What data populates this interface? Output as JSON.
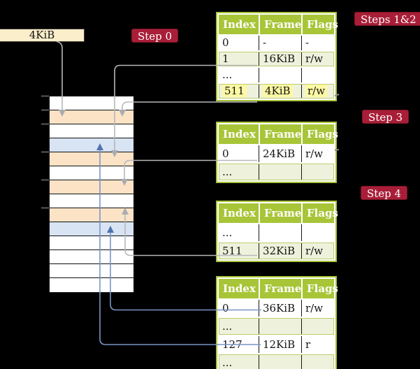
{
  "register": {
    "label": "4KiB"
  },
  "badges": {
    "step0": "Step 0",
    "steps12": "Steps 1&2",
    "step3": "Step 3",
    "step4": "Step 4"
  },
  "table_headers": {
    "index": "Index",
    "frame": "Frame",
    "flags": "Flags"
  },
  "page_tables": [
    {
      "step": "Steps 1&2",
      "rows": [
        {
          "index": "0",
          "frame": "-",
          "flags": "-"
        },
        {
          "index": "1",
          "frame": "16KiB",
          "flags": "r/w"
        },
        {
          "index": "...",
          "frame": "",
          "flags": ""
        },
        {
          "index": "511",
          "frame": "4KiB",
          "flags": "r/w",
          "highlighted": true
        }
      ]
    },
    {
      "step": "Step 3",
      "rows": [
        {
          "index": "0",
          "frame": "24KiB",
          "flags": "r/w"
        },
        {
          "index": "...",
          "frame": "",
          "flags": ""
        }
      ]
    },
    {
      "step": "Step 4",
      "rows": [
        {
          "index": "...",
          "frame": "",
          "flags": ""
        },
        {
          "index": "511",
          "frame": "32KiB",
          "flags": "r/w"
        }
      ]
    },
    {
      "step": "",
      "rows": [
        {
          "index": "0",
          "frame": "36KiB",
          "flags": "r/w"
        },
        {
          "index": "...",
          "frame": "",
          "flags": ""
        },
        {
          "index": "127",
          "frame": "12KiB",
          "flags": "r"
        },
        {
          "index": "...",
          "frame": "",
          "flags": ""
        }
      ]
    }
  ],
  "memory": {
    "row_types": [
      "free",
      "page-table",
      "free",
      "mapped",
      "page-table",
      "free",
      "page-table",
      "free",
      "page-table",
      "mapped",
      "free",
      "free",
      "free",
      "free"
    ]
  },
  "arrows": [
    {
      "source": "register 4KiB",
      "target": "memory frame 4KiB (page table)",
      "color": "gray"
    },
    {
      "source": "table1 entry 1 / 16KiB",
      "target": "memory frame 16KiB (page table)",
      "color": "gray"
    },
    {
      "source": "table1 entry 511 / 4KiB",
      "target": "memory frame 4KiB (page table)",
      "color": "gray"
    },
    {
      "source": "table2 entry 0 / 24KiB",
      "target": "memory frame 24KiB (page table)",
      "color": "gray"
    },
    {
      "source": "table3 entry 511 / 32KiB",
      "target": "memory frame 32KiB (page table)",
      "color": "gray"
    },
    {
      "source": "table4 entry 0 / 36KiB",
      "target": "memory frame 36KiB (mapped)",
      "color": "blue"
    },
    {
      "source": "table4 entry 127 / 12KiB",
      "target": "memory frame 12KiB (mapped)",
      "color": "blue"
    }
  ],
  "colors": {
    "badge_red": "#a81e38",
    "table_green": "#a8c538",
    "shaded_row_green": "#eef2dc",
    "page_table_row_peach": "#fce3c6",
    "mapped_row_blue": "#d8e4f4",
    "highlight_yellow": "#fdf8a3",
    "register_cream": "#faeecb",
    "arrow_gray": "#b6b8bb",
    "arrow_blue": "#7a94c6",
    "background": "#000000"
  }
}
